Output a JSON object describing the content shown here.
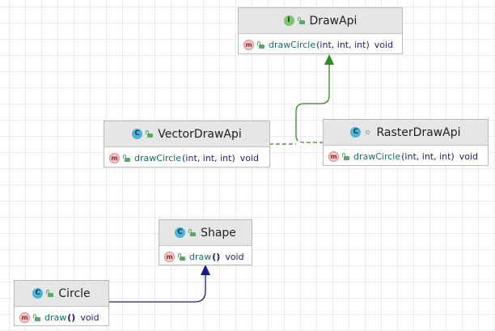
{
  "diagram": {
    "nodes": [
      {
        "id": "drawapi",
        "name": "DrawApi",
        "kind_letter": "I",
        "kind": "interface",
        "visibility": "public",
        "method": {
          "name": "drawCircle",
          "params": "(int, int, int)",
          "return": "void"
        }
      },
      {
        "id": "vectordrawapi",
        "name": "VectorDrawApi",
        "kind_letter": "C",
        "kind": "class",
        "visibility": "public",
        "method": {
          "name": "drawCircle",
          "params": "(int, int, int)",
          "return": "void"
        }
      },
      {
        "id": "rasterdrawapi",
        "name": "RasterDrawApi",
        "kind_letter": "C",
        "kind": "class",
        "visibility": "package",
        "method": {
          "name": "drawCircle",
          "params": "(int, int, int)",
          "return": "void"
        }
      },
      {
        "id": "shape",
        "name": "Shape",
        "kind_letter": "C",
        "kind": "class",
        "visibility": "public",
        "method": {
          "name": "draw",
          "params": "()",
          "return": "void"
        }
      },
      {
        "id": "circle",
        "name": "Circle",
        "kind_letter": "C",
        "kind": "class",
        "visibility": "public",
        "method": {
          "name": "draw",
          "params": "()",
          "return": "void"
        }
      }
    ],
    "method_badge": "m",
    "edges": [
      {
        "from": "vectordrawapi",
        "to": "drawapi",
        "type": "realization"
      },
      {
        "from": "rasterdrawapi",
        "to": "drawapi",
        "type": "realization"
      },
      {
        "from": "circle",
        "to": "shape",
        "type": "generalization"
      }
    ],
    "colors": {
      "realization": "#2e8b1e",
      "generalization": "#1a1a8c",
      "interface_badge": "#7dc46d",
      "class_badge": "#4fb3d9",
      "method_badge": "#f4c7c7"
    }
  }
}
